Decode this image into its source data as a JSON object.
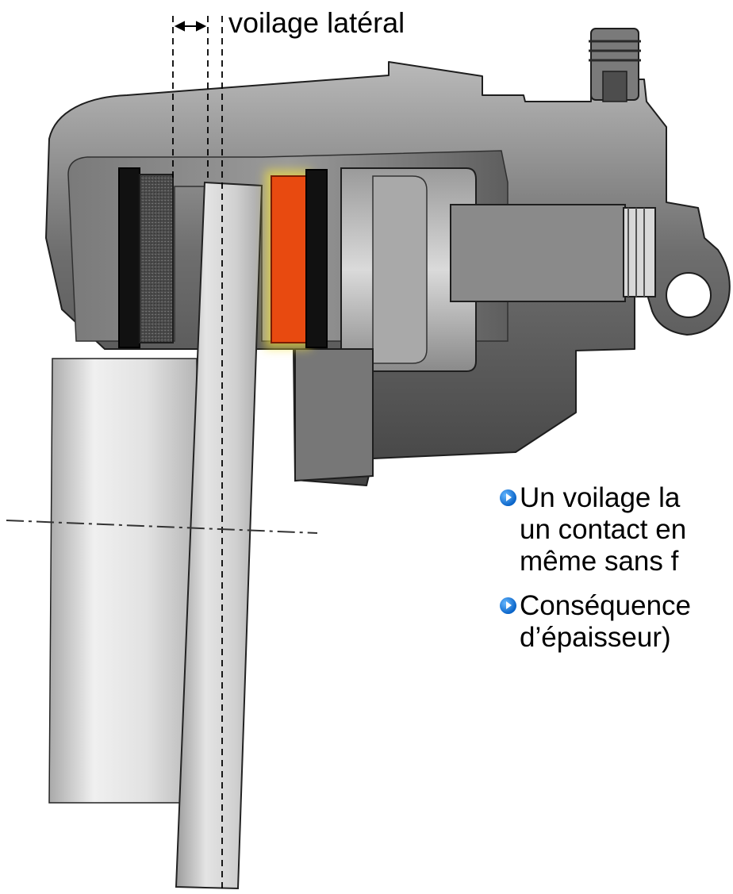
{
  "diagram": {
    "runout_label": "voilage latéral"
  },
  "notes": {
    "items": [
      {
        "lines": [
          "Un voilage la",
          "un contact en",
          "même sans f"
        ]
      },
      {
        "lines": [
          "Conséquence",
          "d’épaisseur)"
        ]
      }
    ]
  },
  "colors": {
    "active_pad": "#e84a10",
    "pad_glow": "#f5e23a",
    "bullet_icon": "#1a7ee0",
    "caliper_dark": "#5a5a5a",
    "caliper_light": "#c9c9c9"
  },
  "icons": [
    "measure-arrow-icon",
    "bullet-arrow-icon"
  ]
}
